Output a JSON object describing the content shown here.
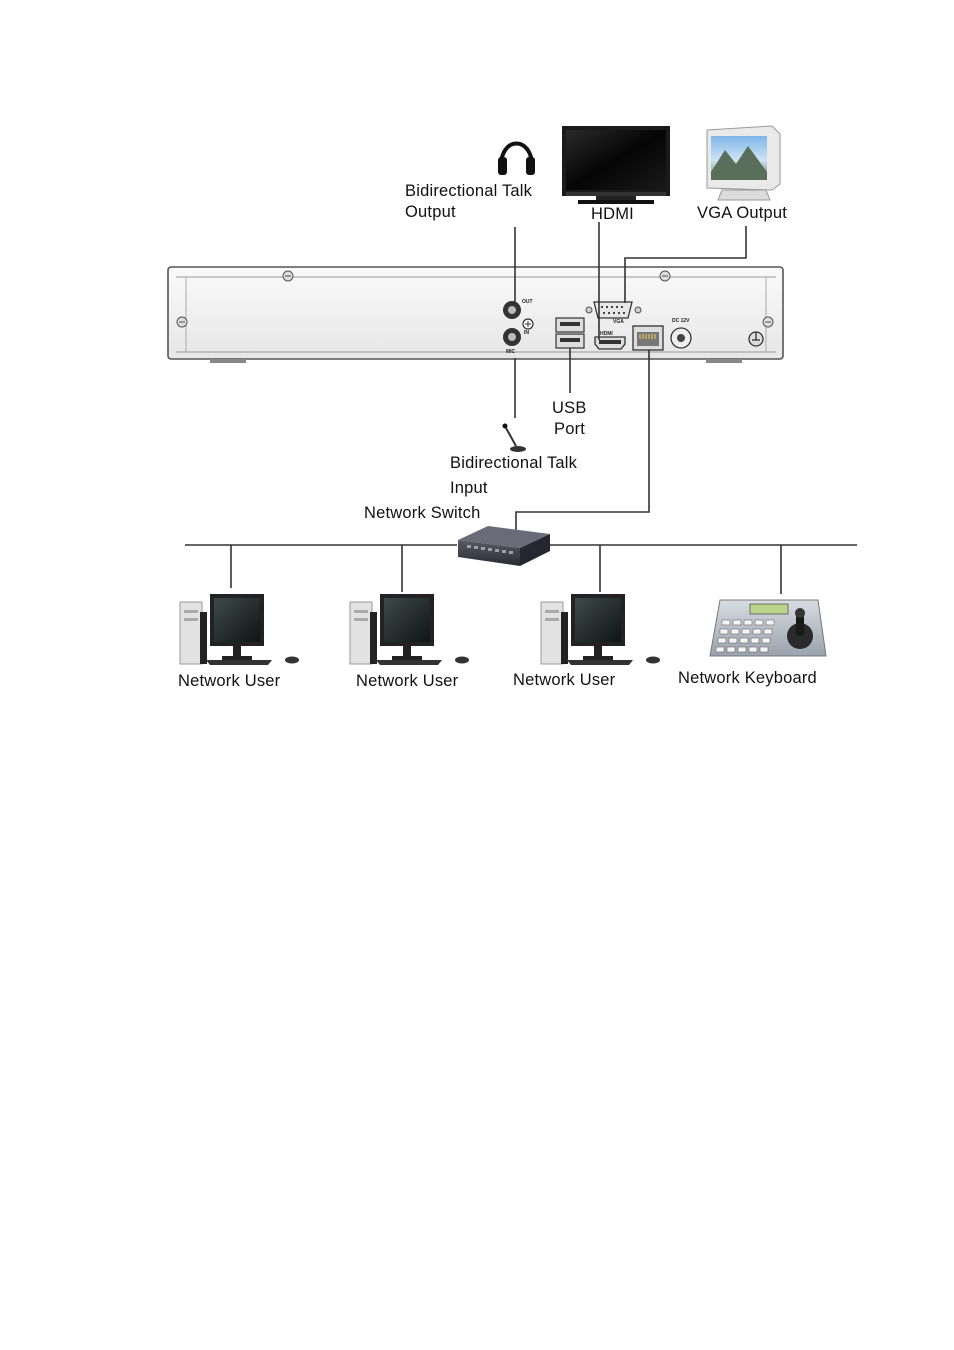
{
  "labels": {
    "talk_output_line1": "Bidirectional Talk",
    "talk_output_line2": "Output",
    "hdmi": "HDMI",
    "vga_output": "VGA Output",
    "usb_line1": "USB",
    "usb_line2": "Port",
    "talk_input_line1": "Bidirectional Talk",
    "talk_input_line2": "Input",
    "network_switch": "Network Switch",
    "network_user_1": "Network User",
    "network_user_2": "Network User",
    "network_user_3": "Network User",
    "network_keyboard": "Network Keyboard"
  },
  "device_panel_labels": {
    "out": "OUT",
    "in": "IN",
    "mic": "MIC",
    "hdmi": "HDMI",
    "vga": "VGA",
    "power": "DC 12V"
  },
  "colors": {
    "line": "#333333",
    "chassis": "#f4f4f4",
    "chassis_edge": "#555555",
    "switch_body": "#3a3a44",
    "monitor_frame": "#1c1c1c"
  }
}
